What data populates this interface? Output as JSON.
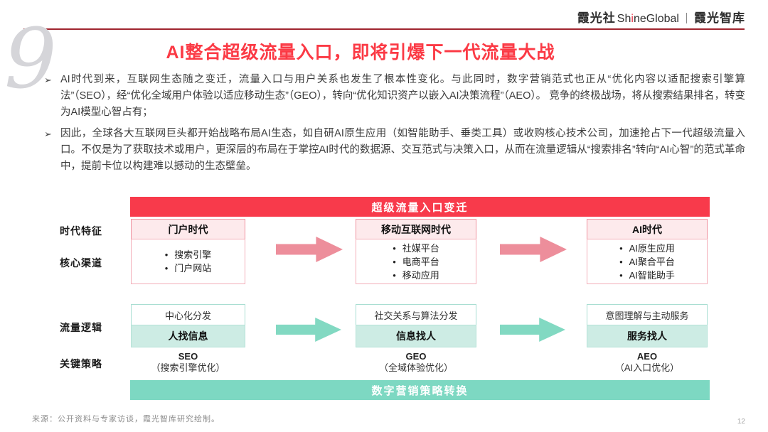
{
  "brand": {
    "cn": "霞光社",
    "en_pre": "Sh",
    "en_red": "i",
    "en_post": "neGlobal",
    "separator": "｜",
    "suffix": "霞光智库"
  },
  "slide": {
    "index": "9",
    "title": "AI整合超级流量入口，即将引爆下一代流量大战",
    "bullets": [
      {
        "marker": "➢",
        "text": "AI时代到来，互联网生态随之变迁，流量入口与用户关系也发生了根本性变化。与此同时，数字营销范式也正从“优化内容以适配搜索引擎算法”（SEO），经“优化全域用户体验以适应移动生态”（GEO），转向“优化知识资产以嵌入AI决策流程”（AEO）。 竞争的终极战场，将从搜索结果排名，转变为AI模型心智占有；"
      },
      {
        "marker": "➢",
        "text": "因此，全球各大互联网巨头都开始战略布局AI生态，如自研AI原生应用（如智能助手、垂类工具）或收购核心技术公司，加速抢占下一代超级流量入口。不仅是为了获取技术或用户，更深层的布局在于掌控AI时代的数据源、交互范式与决策入口，从而在流量逻辑从“搜索排名”转向“AI心智”的范式革命中，提前卡位以构建难以撼动的生态壁垒。"
      }
    ]
  },
  "diagram": {
    "header_bar": "超级流量入口变迁",
    "footer_bar": "数字营销策略转换",
    "row_labels": {
      "era": "时代特征",
      "channel": "核心渠道",
      "logic": "流量逻辑",
      "strategy": "关键策略"
    },
    "columns": [
      {
        "era": "门户时代",
        "channels": [
          "搜索引擎",
          "门户网站"
        ],
        "logic_mechanism": "中心化分发",
        "logic_mode": "人找信息",
        "strategy": "SEO",
        "strategy_note": "（搜索引擎优化）"
      },
      {
        "era": "移动互联网时代",
        "channels": [
          "社媒平台",
          "电商平台",
          "移动应用"
        ],
        "logic_mechanism": "社交关系与算法分发",
        "logic_mode": "信息找人",
        "strategy": "GEO",
        "strategy_note": "（全域体验优化）"
      },
      {
        "era": "AI时代",
        "channels": [
          "AI原生应用",
          "AI聚合平台",
          "AI智能助手"
        ],
        "logic_mechanism": "意图理解与主动服务",
        "logic_mode": "服务找人",
        "strategy": "AEO",
        "strategy_note": "（AI入口优化）"
      }
    ]
  },
  "colors": {
    "title_red": "#fb3a45",
    "bar_red": "#f83a4b",
    "era_box_bg": "#fdeaec",
    "era_box_border": "#f0919f",
    "arrow_pink": "#ed8e9b",
    "bar_teal": "#7dd8c2",
    "mint_bg": "#cdece4",
    "teal_border": "#a8ded2",
    "logo_red": "#e8374a"
  },
  "footer": {
    "source": "来源：公开资料与专家访谈，霞光智库研究绘制。",
    "page_number": "12"
  }
}
